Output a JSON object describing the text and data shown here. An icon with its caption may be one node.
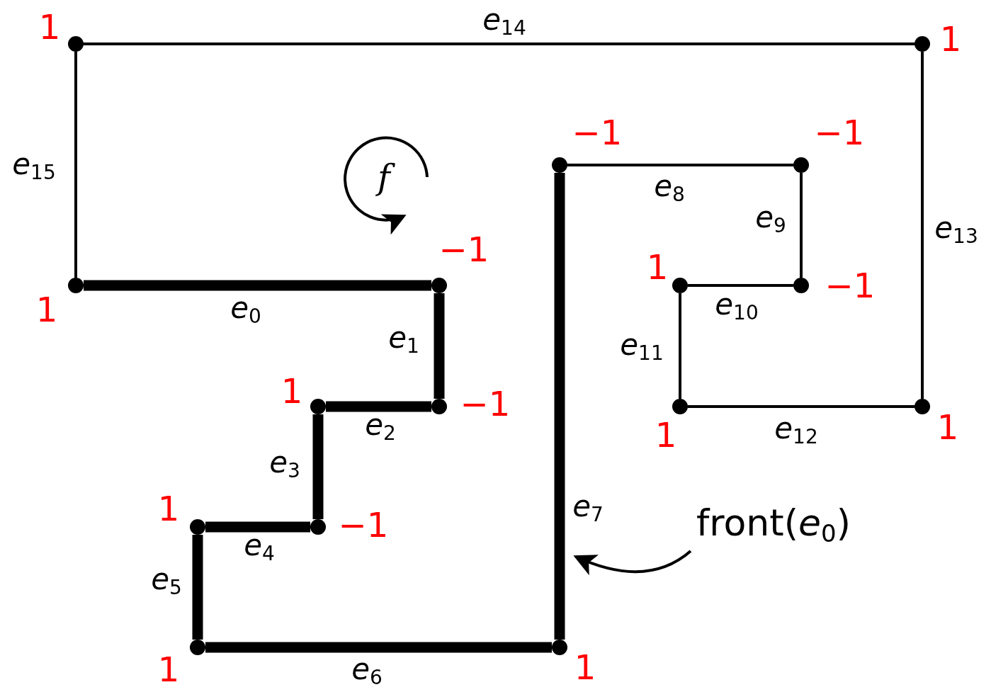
{
  "diagram": {
    "nodes": [
      {
        "text": [],
        "shape": "circle",
        "beside": [
          "1"
        ]
      },
      {
        "text": [],
        "shape": "circle",
        "beside": [
          "1"
        ]
      },
      {
        "text": [],
        "shape": "circle",
        "beside": [
          "−1"
        ]
      },
      {
        "text": [],
        "shape": "circle",
        "beside": [
          "−1"
        ]
      },
      {
        "text": [],
        "shape": "circle",
        "beside": [
          "1"
        ]
      },
      {
        "text": [],
        "shape": "circle",
        "beside": [
          "−1"
        ]
      },
      {
        "text": [],
        "shape": "circle",
        "beside": [
          "1"
        ]
      },
      {
        "text": [],
        "shape": "circle",
        "beside": [
          "−1"
        ]
      },
      {
        "text": [],
        "shape": "circle",
        "beside": [
          "1"
        ]
      },
      {
        "text": [],
        "shape": "circle",
        "beside": [
          "−1"
        ]
      },
      {
        "text": [],
        "shape": "circle",
        "beside": [
          "1"
        ]
      },
      {
        "text": [],
        "shape": "circle",
        "beside": [
          "1"
        ]
      },
      {
        "text": [],
        "shape": "circle",
        "beside": [
          "1"
        ]
      },
      {
        "text": [],
        "shape": "circle",
        "beside": [
          "−1"
        ]
      },
      {
        "text": [],
        "shape": "circle",
        "beside": [
          "1"
        ]
      },
      {
        "text": [],
        "shape": "circle",
        "beside": [
          "1"
        ]
      },
      {
        "text": [
          "front(*e*$_{0}$)"
        ]
      }
    ],
    "edges": [
      {
        "from": 4,
        "to": 5,
        "arrow": "none",
        "label": "*e*$_{0}$",
        "style": "thick"
      },
      {
        "from": 5,
        "to": 9,
        "arrow": "none",
        "label": "*e*$_{1}$",
        "style": "thick"
      },
      {
        "from": 9,
        "to": 8,
        "arrow": "none",
        "label": "*e*$_{2}$",
        "style": "thick"
      },
      {
        "from": 8,
        "to": 13,
        "arrow": "none",
        "label": "*e*$_{3}$",
        "style": "thick"
      },
      {
        "from": 13,
        "to": 12,
        "arrow": "none",
        "label": "*e*$_{4}$",
        "style": "thick"
      },
      {
        "from": 12,
        "to": 14,
        "arrow": "none",
        "label": "*e*$_{5}$",
        "style": "thick"
      },
      {
        "from": 14,
        "to": 15,
        "arrow": "none",
        "label": "*e*$_{6}$",
        "style": "thick"
      },
      {
        "from": 15,
        "to": 2,
        "arrow": "none",
        "label": "*e*$_{7}$",
        "style": "thick"
      },
      {
        "from": 2,
        "to": 3,
        "arrow": "none",
        "label": "*e*$_{8}$"
      },
      {
        "from": 3,
        "to": 7,
        "arrow": "none",
        "label": "*e*$_{9}$"
      },
      {
        "from": 7,
        "to": 6,
        "arrow": "none",
        "label": "*e*$_{10}$"
      },
      {
        "from": 6,
        "to": 10,
        "arrow": "none",
        "label": "*e*$_{11}$"
      },
      {
        "from": 10,
        "to": 11,
        "arrow": "none",
        "label": "*e*$_{12}$"
      },
      {
        "from": 11,
        "to": 1,
        "arrow": "none",
        "label": "*e*$_{13}$"
      },
      {
        "from": 1,
        "to": 0,
        "arrow": "none",
        "label": "*e*$_{14}$"
      },
      {
        "from": 0,
        "to": 4,
        "arrow": "none",
        "label": "*e*$_{15}$"
      },
      {
        "from": 16,
        "to": null,
        "arrow": "to"
      }
    ],
    "labels": [
      "f"
    ]
  }
}
